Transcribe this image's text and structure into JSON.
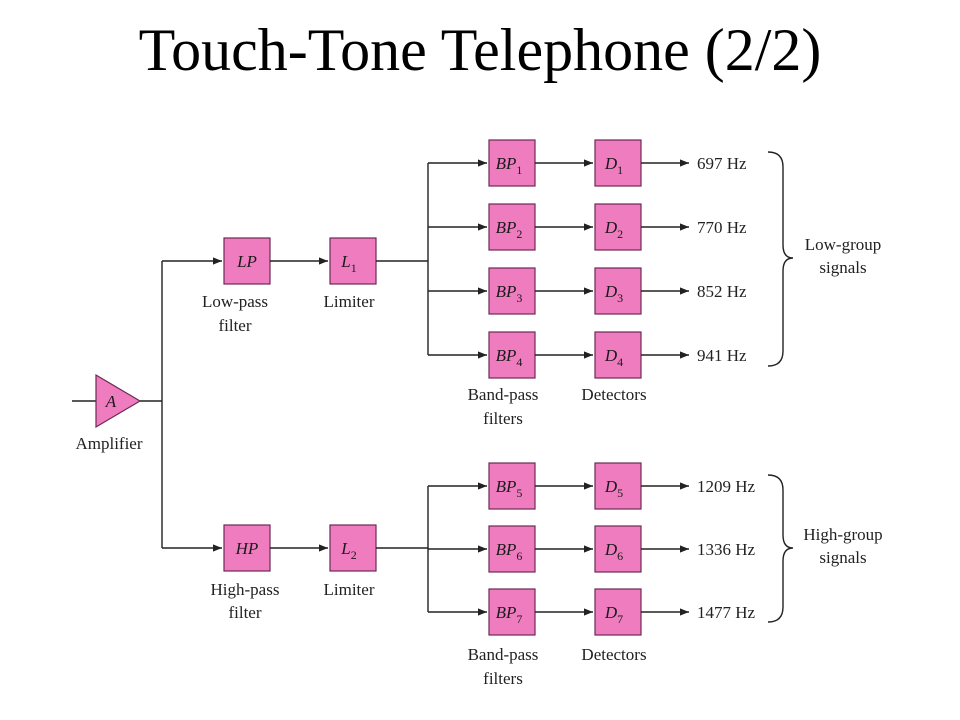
{
  "title": "Touch-Tone Telephone (2/2)",
  "colors": {
    "block_fill": "#f07cc0",
    "line": "#222222",
    "background": "#ffffff"
  },
  "amplifier": {
    "symbol": "A",
    "caption": "Amplifier"
  },
  "low_branch": {
    "filter_symbol": "LP",
    "filter_caption_1": "Low-pass",
    "filter_caption_2": "filter",
    "limiter_symbol": "L",
    "limiter_sub": "1",
    "limiter_caption": "Limiter",
    "bandpass_caption_1": "Band-pass",
    "bandpass_caption_2": "filters",
    "detectors_caption": "Detectors",
    "group_label_1": "Low-group",
    "group_label_2": "signals",
    "channels": [
      {
        "bp": "BP",
        "bp_sub": "1",
        "d": "D",
        "d_sub": "1",
        "freq": "697 Hz"
      },
      {
        "bp": "BP",
        "bp_sub": "2",
        "d": "D",
        "d_sub": "2",
        "freq": "770 Hz"
      },
      {
        "bp": "BP",
        "bp_sub": "3",
        "d": "D",
        "d_sub": "3",
        "freq": "852 Hz"
      },
      {
        "bp": "BP",
        "bp_sub": "4",
        "d": "D",
        "d_sub": "4",
        "freq": "941 Hz"
      }
    ]
  },
  "high_branch": {
    "filter_symbol": "HP",
    "filter_caption_1": "High-pass",
    "filter_caption_2": "filter",
    "limiter_symbol": "L",
    "limiter_sub": "2",
    "limiter_caption": "Limiter",
    "bandpass_caption_1": "Band-pass",
    "bandpass_caption_2": "filters",
    "detectors_caption": "Detectors",
    "group_label_1": "High-group",
    "group_label_2": "signals",
    "channels": [
      {
        "bp": "BP",
        "bp_sub": "5",
        "d": "D",
        "d_sub": "5",
        "freq": "1209 Hz"
      },
      {
        "bp": "BP",
        "bp_sub": "6",
        "d": "D",
        "d_sub": "6",
        "freq": "1336 Hz"
      },
      {
        "bp": "BP",
        "bp_sub": "7",
        "d": "D",
        "d_sub": "7",
        "freq": "1477 Hz"
      }
    ]
  }
}
